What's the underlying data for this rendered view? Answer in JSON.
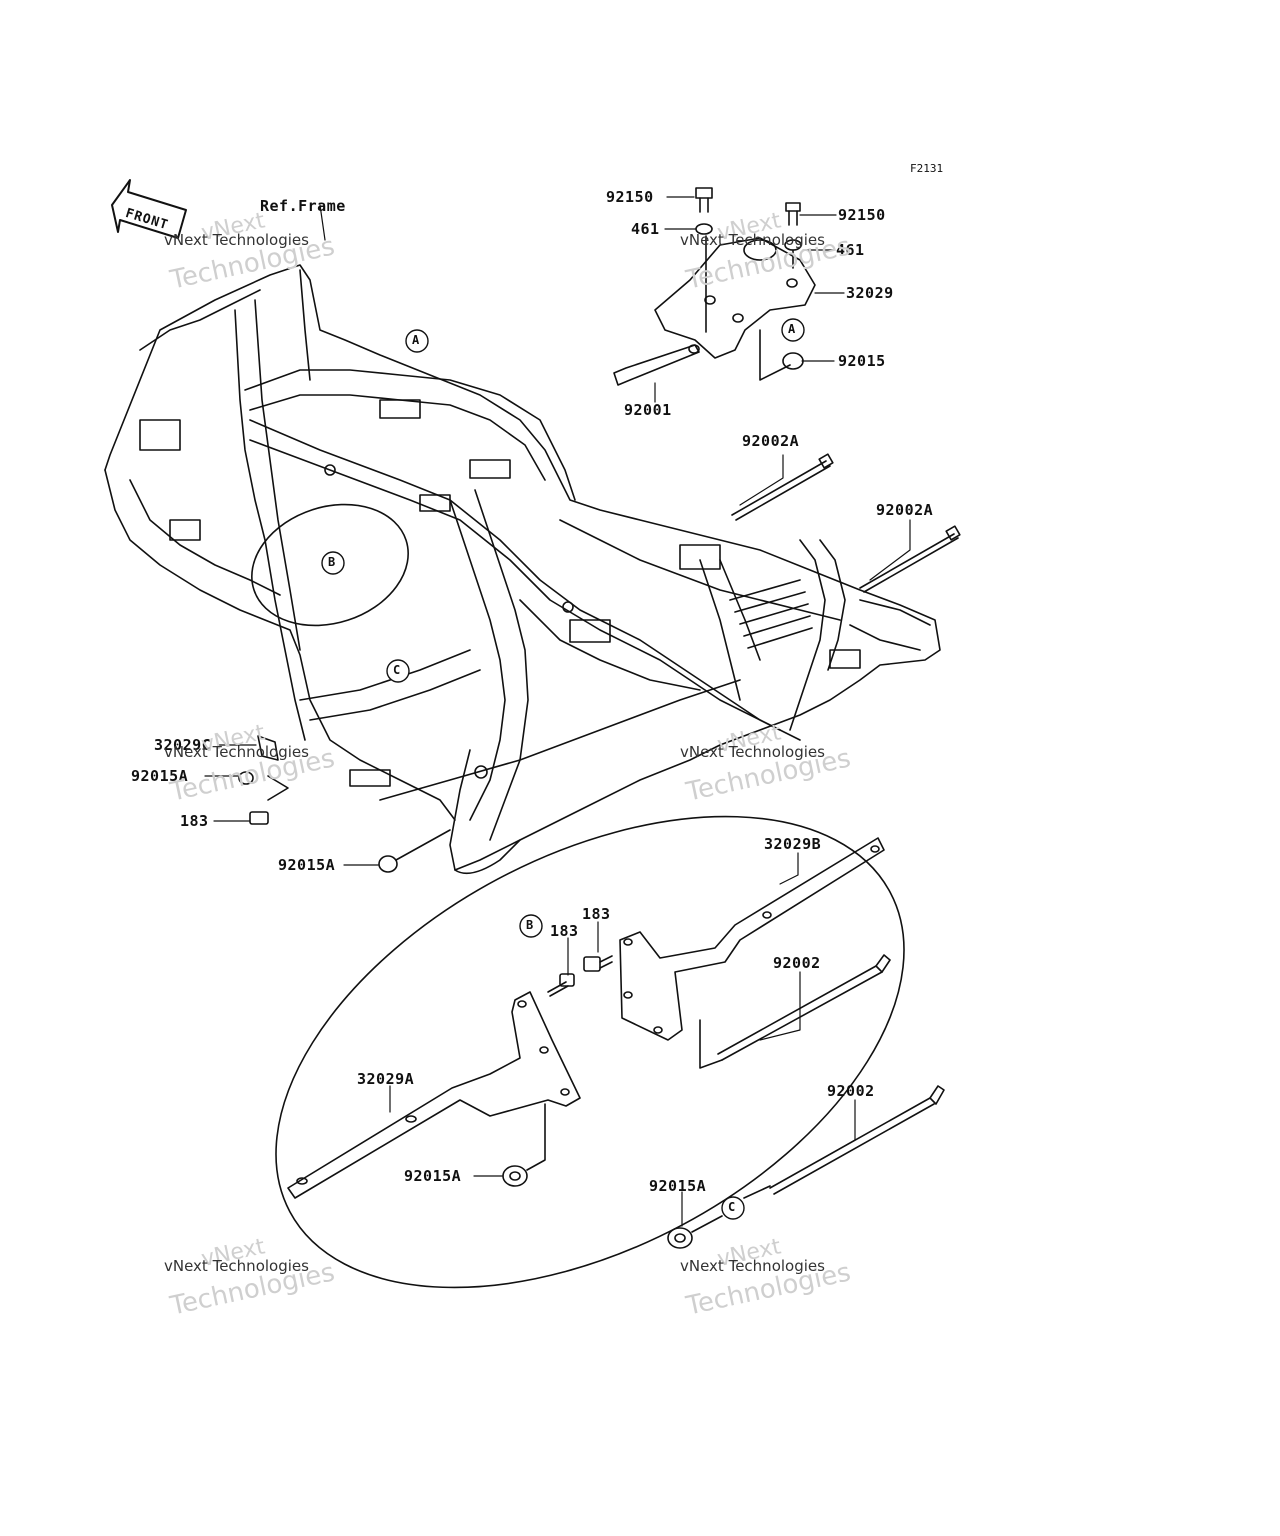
{
  "figure_id": "F2131",
  "front_label": "FRONT",
  "ref_frame": "Ref.Frame",
  "callouts": {
    "a": "A",
    "b": "B",
    "c": "C"
  },
  "parts": {
    "p92150_left": "92150",
    "p92150_right": "92150",
    "p461_left": "461",
    "p461_right": "461",
    "p32029": "32029",
    "p92015": "92015",
    "p92001": "92001",
    "p92002A_top": "92002A",
    "p92002A_right": "92002A",
    "p32029C": "32029C",
    "p92015A_left": "92015A",
    "p183_left": "183",
    "p92015A_frame": "92015A",
    "p32029B": "32029B",
    "p183_a": "183",
    "p183_b": "183",
    "p92002_a": "92002",
    "p32029A": "32029A",
    "p92015A_bracket": "92015A",
    "p92002_b": "92002",
    "p92015A_c": "92015A"
  },
  "watermark": {
    "line1": "vNext",
    "line2": "vNext Technologies",
    "line3": "Technologies"
  }
}
